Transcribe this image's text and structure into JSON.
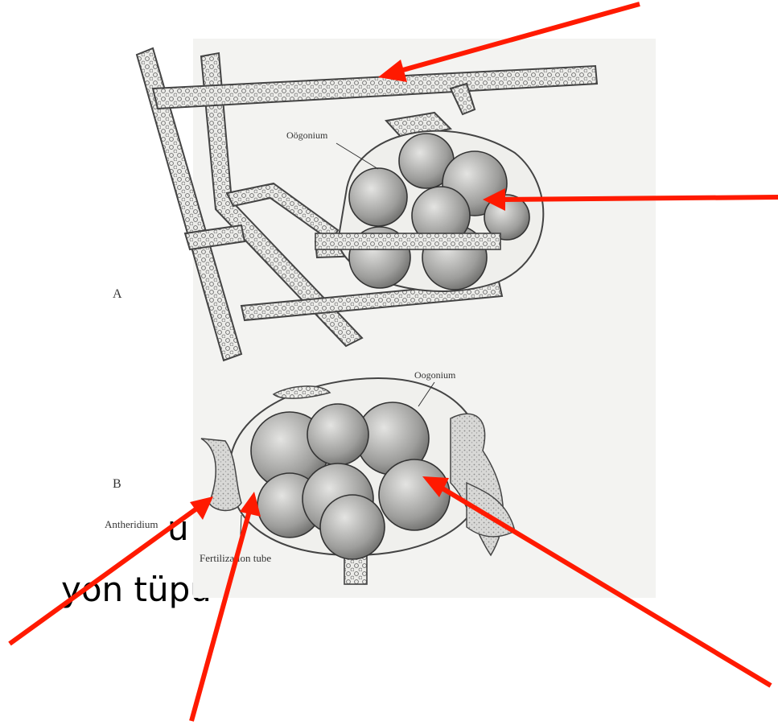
{
  "slide": {
    "text_line_1_fragment": "u",
    "text_line_2_fragment": "yon tüpü"
  },
  "figure": {
    "panel_a_letter": "A",
    "panel_b_letter": "B",
    "label_oogonium_a": "Oögonium",
    "label_oogonium_b": "Oogonium",
    "label_antheridium": "Antheridium",
    "label_fertilization_tube": "Fertilization tube"
  },
  "colors": {
    "arrow": "#ff1a00",
    "ink": "#333333",
    "paper": "#f3f3f1",
    "stipple": "#b9b9b9"
  }
}
